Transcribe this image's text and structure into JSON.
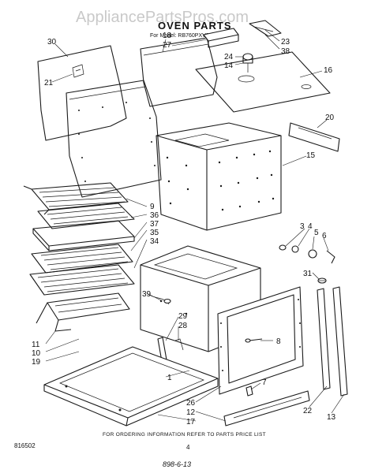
{
  "watermark": "AppliancePartsPros.com",
  "title": "OVEN PARTS",
  "subtitle": "For Model: RB760PXV2",
  "footer_note": "FOR ORDERING INFORMATION REFER TO PARTS PRICE LIST",
  "doc_number": "816502",
  "page_number": "4",
  "handwritten": "898-6-13",
  "callouts": {
    "c30": "30",
    "c21": "21",
    "c18": "18",
    "c27": "27",
    "c23": "23",
    "c38": "38",
    "c24": "24",
    "c14": "14",
    "c16": "16",
    "c20": "20",
    "c15": "15",
    "c9": "9",
    "c36": "36",
    "c37": "37",
    "c35": "35",
    "c34": "34",
    "c3": "3",
    "c4": "4",
    "c5": "5",
    "c6": "6",
    "c31": "31",
    "c39": "39",
    "c29": "29",
    "c28": "28",
    "c8": "8",
    "c11": "11",
    "c10": "10",
    "c19": "19",
    "c1": "1",
    "c7": "7",
    "c26": "26",
    "c12": "12",
    "c17": "17",
    "c22": "22",
    "c13": "13"
  }
}
